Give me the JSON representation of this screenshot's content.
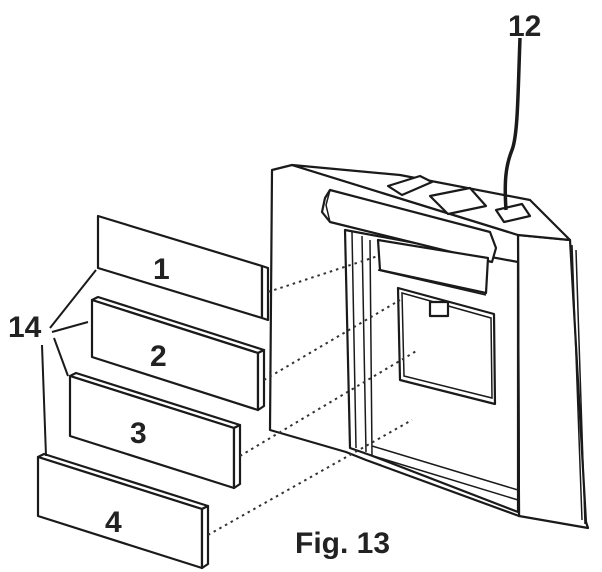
{
  "figure": {
    "caption": "Fig. 13",
    "callouts": {
      "cable": "12",
      "panels_group": "14"
    },
    "panels": [
      {
        "label": "1"
      },
      {
        "label": "2"
      },
      {
        "label": "3"
      },
      {
        "label": "4"
      }
    ]
  }
}
